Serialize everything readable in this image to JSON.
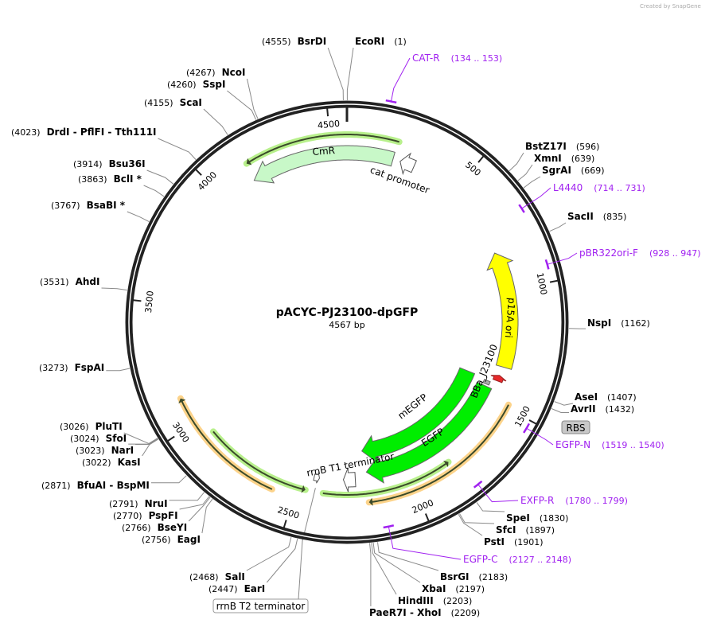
{
  "watermark": "Created by SnapGene",
  "map": {
    "title": "pACYC-PJ23100-dpGFP",
    "length": "4567 bp",
    "ring_color": "#222222"
  },
  "ticks": [
    "500",
    "1000",
    "1500",
    "2000",
    "2500",
    "3000",
    "3500",
    "4000",
    "4500"
  ],
  "enzymes": [
    {
      "name": "BsrDI",
      "pos": "(4555)"
    },
    {
      "name": "EcoRI",
      "pos": "(1)"
    },
    {
      "name": "NcoI",
      "pos": "(4267)"
    },
    {
      "name": "SspI",
      "pos": "(4260)"
    },
    {
      "name": "ScaI",
      "pos": "(4155)"
    },
    {
      "name": "DrdI  - PflFI  - Tth111I",
      "pos": "(4023)"
    },
    {
      "name": "Bsu36I",
      "pos": "(3914)"
    },
    {
      "name": "BclI *",
      "pos": "(3863)"
    },
    {
      "name": "BsaBI *",
      "pos": "(3767)"
    },
    {
      "name": "AhdI",
      "pos": "(3531)"
    },
    {
      "name": "FspAI",
      "pos": "(3273)"
    },
    {
      "name": "PluTI",
      "pos": "(3026)"
    },
    {
      "name": "SfoI",
      "pos": "(3024)"
    },
    {
      "name": "NarI",
      "pos": "(3023)"
    },
    {
      "name": "KasI",
      "pos": "(3022)"
    },
    {
      "name": "BfuAI  - BspMI",
      "pos": "(2871)"
    },
    {
      "name": "NruI",
      "pos": "(2791)"
    },
    {
      "name": "PspFI",
      "pos": "(2770)"
    },
    {
      "name": "BseYI",
      "pos": "(2766)"
    },
    {
      "name": "EagI",
      "pos": "(2756)"
    },
    {
      "name": "SalI",
      "pos": "(2468)"
    },
    {
      "name": "EarI",
      "pos": "(2447)"
    },
    {
      "name": "PaeR7I  - XhoI",
      "pos": "(2209)"
    },
    {
      "name": "HindIII",
      "pos": "(2203)"
    },
    {
      "name": "XbaI",
      "pos": "(2197)"
    },
    {
      "name": "BsrGI",
      "pos": "(2183)"
    },
    {
      "name": "PstI",
      "pos": "(1901)"
    },
    {
      "name": "SfcI",
      "pos": "(1897)"
    },
    {
      "name": "SpeI",
      "pos": "(1830)"
    },
    {
      "name": "AvrII",
      "pos": "(1432)"
    },
    {
      "name": "AseI",
      "pos": "(1407)"
    },
    {
      "name": "NspI",
      "pos": "(1162)"
    },
    {
      "name": "SacII",
      "pos": "(835)"
    },
    {
      "name": "SgrAI",
      "pos": "(669)"
    },
    {
      "name": "XmnI",
      "pos": "(639)"
    },
    {
      "name": "BstZ17I",
      "pos": "(596)"
    }
  ],
  "primers": [
    {
      "name": "CAT-R",
      "range": "(134 .. 153)"
    },
    {
      "name": "L4440",
      "range": "(714 .. 731)"
    },
    {
      "name": "pBR322ori-F",
      "range": "(928 .. 947)"
    },
    {
      "name": "EGFP-N",
      "range": "(1519 .. 1540)"
    },
    {
      "name": "EXFP-R",
      "range": "(1780 .. 1799)"
    },
    {
      "name": "EGFP-C",
      "range": "(2127 .. 2148)"
    }
  ],
  "features": {
    "cmr": "CmR",
    "cat_promoter": "cat promoter",
    "p15a_ori": "p15A ori",
    "bba": "BBa_J23100",
    "megfp": "mEGFP",
    "egfp": "EGFP",
    "rrnb_t1": "rrnB T1 terminator",
    "rbs": "RBS",
    "rrnb_t2": "rrnB T2 terminator"
  },
  "colors": {
    "cmr": "#c8f8c8",
    "p15a_ori": "#ffff00",
    "bba": "#e8282a",
    "gfp": "#00ee00",
    "primer": "#a020f0",
    "orange_halo": "#fcd38a",
    "green_halo": "#b8f08c"
  }
}
